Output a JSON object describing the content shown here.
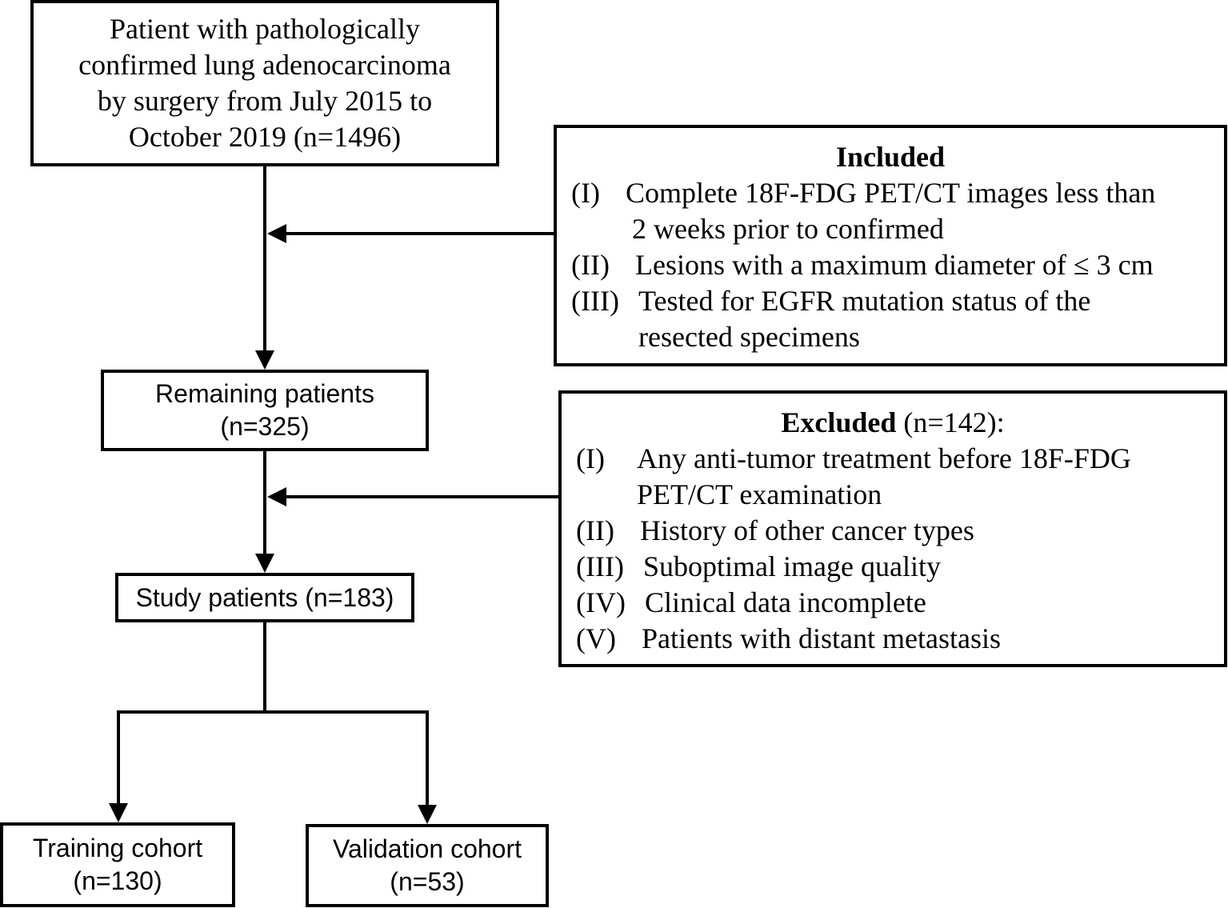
{
  "boxes": {
    "source": {
      "lines": [
        "Patient with pathologically",
        "confirmed lung adenocarcinoma",
        "by surgery from July 2015 to",
        "October 2019 (n=1496)"
      ]
    },
    "included": {
      "heading": "Included",
      "items": [
        {
          "marker": "(I)",
          "lines": [
            "Complete 18F-FDG PET/CT images less than",
            "2 weeks prior to confirmed"
          ]
        },
        {
          "marker": "(II)",
          "lines": [
            "Lesions with a maximum diameter of ≤ 3 cm"
          ]
        },
        {
          "marker": "(III)",
          "lines": [
            "Tested for EGFR mutation status of the",
            "resected specimens"
          ]
        }
      ]
    },
    "remaining": {
      "line1": "Remaining patients",
      "line2": "(n=325)"
    },
    "excluded": {
      "heading": "Excluded",
      "count": " (n=142):",
      "items": [
        {
          "marker": "(I)",
          "lines": [
            "Any anti-tumor treatment before 18F-FDG",
            "PET/CT examination"
          ]
        },
        {
          "marker": "(II)",
          "lines": [
            "History of other cancer types"
          ]
        },
        {
          "marker": "(III)",
          "lines": [
            "Suboptimal image quality"
          ]
        },
        {
          "marker": "(IV)",
          "lines": [
            "Clinical data incomplete"
          ]
        },
        {
          "marker": "(V)",
          "lines": [
            "Patients with distant metastasis"
          ]
        }
      ]
    },
    "study": {
      "line1": "Study patients (n=183)"
    },
    "training": {
      "line1": "Training cohort",
      "line2": "(n=130)"
    },
    "validation": {
      "line1": "Validation cohort",
      "line2": "(n=53)"
    }
  }
}
